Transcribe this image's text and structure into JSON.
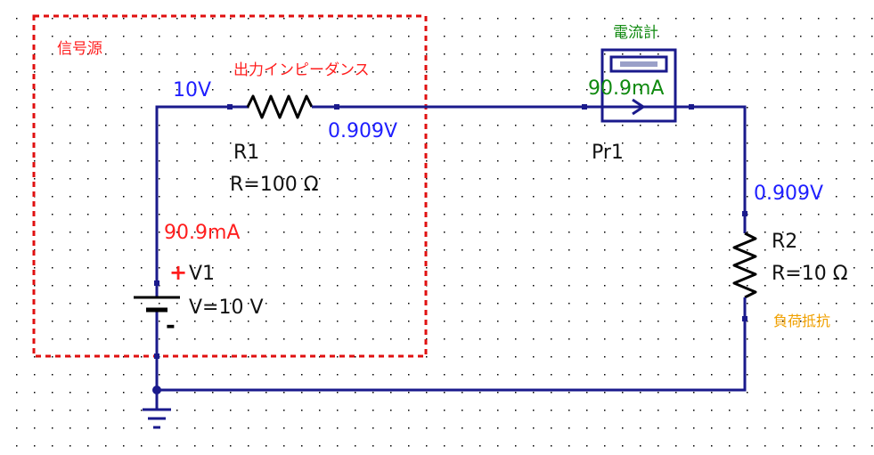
{
  "colors": {
    "wire": "#1a1a8c",
    "pin": "#1a1a8c",
    "voltage_label": "#1f1fff",
    "current_label": "#ff1e1e",
    "ammeter_label": "#108a10",
    "load_label": "#f0a000",
    "source_box": "#e01010",
    "grid_dot": "#000000"
  },
  "source_box": {
    "title": "信号源"
  },
  "resistor_r1": {
    "function_label": "出力インピーダンス",
    "name": "R1",
    "value": "R=100 Ω"
  },
  "nodes": {
    "source_voltage": "10V",
    "r1_output_voltage": "0.909V",
    "load_voltage": "0.909V"
  },
  "battery_v1": {
    "name": "V1",
    "value": "V=10 V",
    "current": "90.9mA",
    "plus_sign": "+",
    "minus_sign": "-"
  },
  "ammeter_pr1": {
    "caption": "電流計",
    "reading": "90.9mA",
    "name": "Pr1"
  },
  "resistor_r2": {
    "name": "R2",
    "value": "R=10 Ω",
    "function_label": "負荷抵抗"
  },
  "ground": {
    "icon": "ground-icon"
  }
}
